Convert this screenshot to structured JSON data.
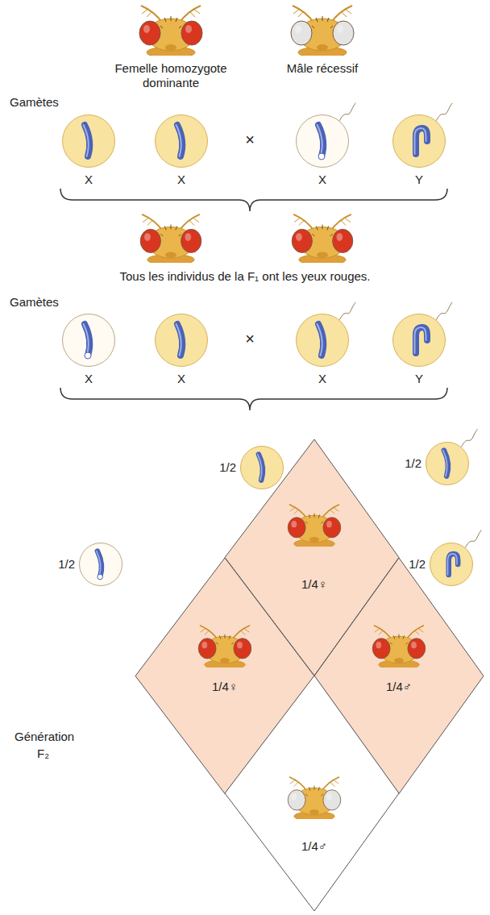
{
  "diagram": {
    "nodes": [
      {
        "text": [
          "X"
        ]
      },
      {
        "text": [
          "X"
        ]
      },
      {
        "text": [
          "X"
        ]
      },
      {
        "text": [
          "Y"
        ]
      },
      {
        "text": [
          "X"
        ]
      },
      {
        "text": [
          "X"
        ]
      },
      {
        "text": [
          "X"
        ]
      },
      {
        "text": [
          "Y"
        ]
      },
      {
        "text": [
          "1/2"
        ]
      },
      {
        "text": [
          "1/2"
        ]
      },
      {
        "text": [
          "1/2"
        ]
      },
      {
        "text": [
          "1/2"
        ]
      },
      {
        "text": [
          "1/4♀"
        ]
      },
      {
        "text": [
          "1/4♀"
        ]
      },
      {
        "text": [
          "1/4♂"
        ]
      },
      {
        "text": [
          "1/4♂"
        ]
      }
    ],
    "labels": [
      "Femelle homozygote dominante",
      "Mâle récessif",
      "Gamètes",
      "×",
      "Tous les individus de la F₁ ont les yeux rouges.",
      "Gamètes",
      "×",
      "Génération",
      "F₂"
    ]
  }
}
